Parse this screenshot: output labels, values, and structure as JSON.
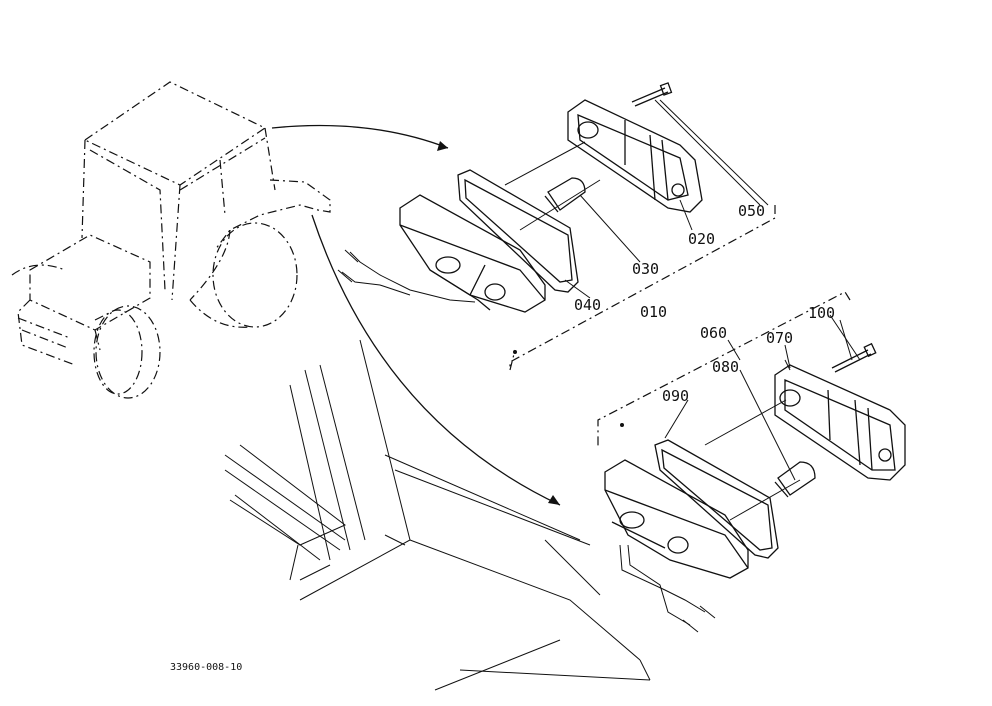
{
  "labels": {
    "p010": "010",
    "p020": "020",
    "p030": "030",
    "p040": "040",
    "p050": "050",
    "p060": "060",
    "p070": "070",
    "p080": "080",
    "p090": "090",
    "p100": "100"
  },
  "drawing_code": "33960-008-10"
}
